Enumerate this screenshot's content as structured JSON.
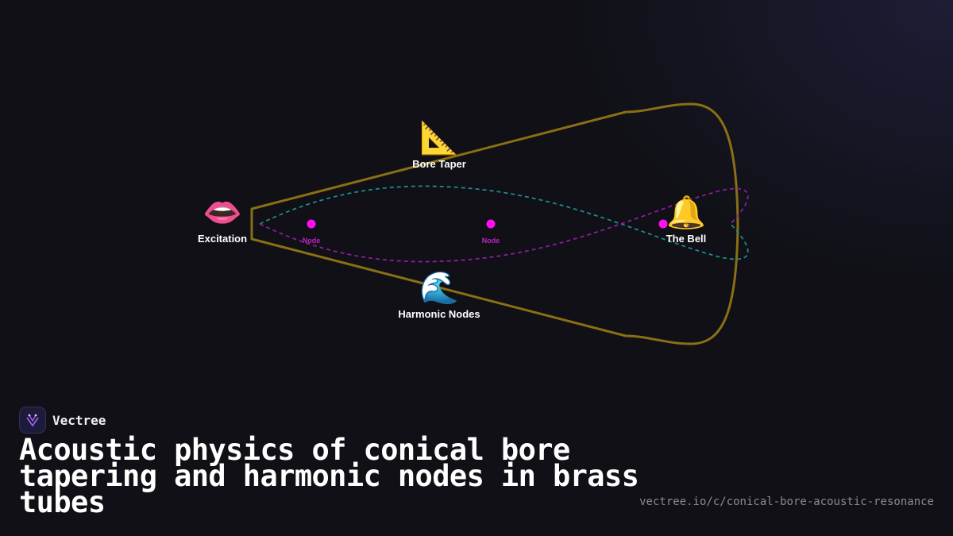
{
  "diagram": {
    "nodes": [
      {
        "id": "excitation",
        "icon": "lips-icon",
        "emoji": "👄",
        "label": "Excitation"
      },
      {
        "id": "bore-taper",
        "icon": "triangular-ruler-icon",
        "emoji": "📐",
        "label": "Bore Taper"
      },
      {
        "id": "harmonic-nodes",
        "icon": "water-wave-icon",
        "emoji": "🌊",
        "label": "Harmonic Nodes"
      },
      {
        "id": "the-bell",
        "icon": "bell-icon",
        "emoji": "🔔",
        "label": "The Bell"
      }
    ],
    "node_markers": [
      "Node",
      "Node"
    ],
    "colors": {
      "tube_outline": "#8a6f14",
      "wave_teal": "#1f8a8a",
      "wave_magenta": "#8a1f9a",
      "node_dot": "#ff10f0",
      "node_text": "#c21fc7"
    }
  },
  "brand": {
    "name": "Vectree",
    "icon": "vectree-logo-icon"
  },
  "title": "Acoustic physics of conical bore tapering and harmonic nodes in brass tubes",
  "url": "vectree.io/c/conical-bore-acoustic-resonance"
}
